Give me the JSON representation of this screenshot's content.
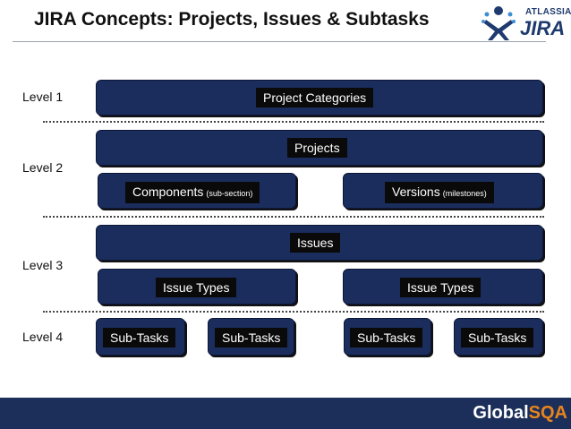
{
  "title": "JIRA Concepts: Projects, Issues & Subtasks",
  "logo": {
    "top_text": "ATLASSIAN",
    "main_text": "JIRA"
  },
  "levels": {
    "level1": "Level 1",
    "level2": "Level 2",
    "level3": "Level 3",
    "level4": "Level 4"
  },
  "nodes": {
    "project_categories": "Project Categories",
    "projects": "Projects",
    "components": "Components",
    "components_note": "(sub-section)",
    "versions": "Versions",
    "versions_note": "(milestones)",
    "issues": "Issues",
    "issue_types_left": "Issue Types",
    "issue_types_right": "Issue Types",
    "subtasks_1": "Sub-Tasks",
    "subtasks_2": "Sub-Tasks",
    "subtasks_3": "Sub-Tasks",
    "subtasks_4": "Sub-Tasks"
  },
  "footer": {
    "brand_main": "Global",
    "brand_accent": "SQA"
  },
  "colors": {
    "bar": "#1a2d5c",
    "chip": "#0a0a0a",
    "footer": "#1b2f5a",
    "accent": "#e8841c"
  }
}
